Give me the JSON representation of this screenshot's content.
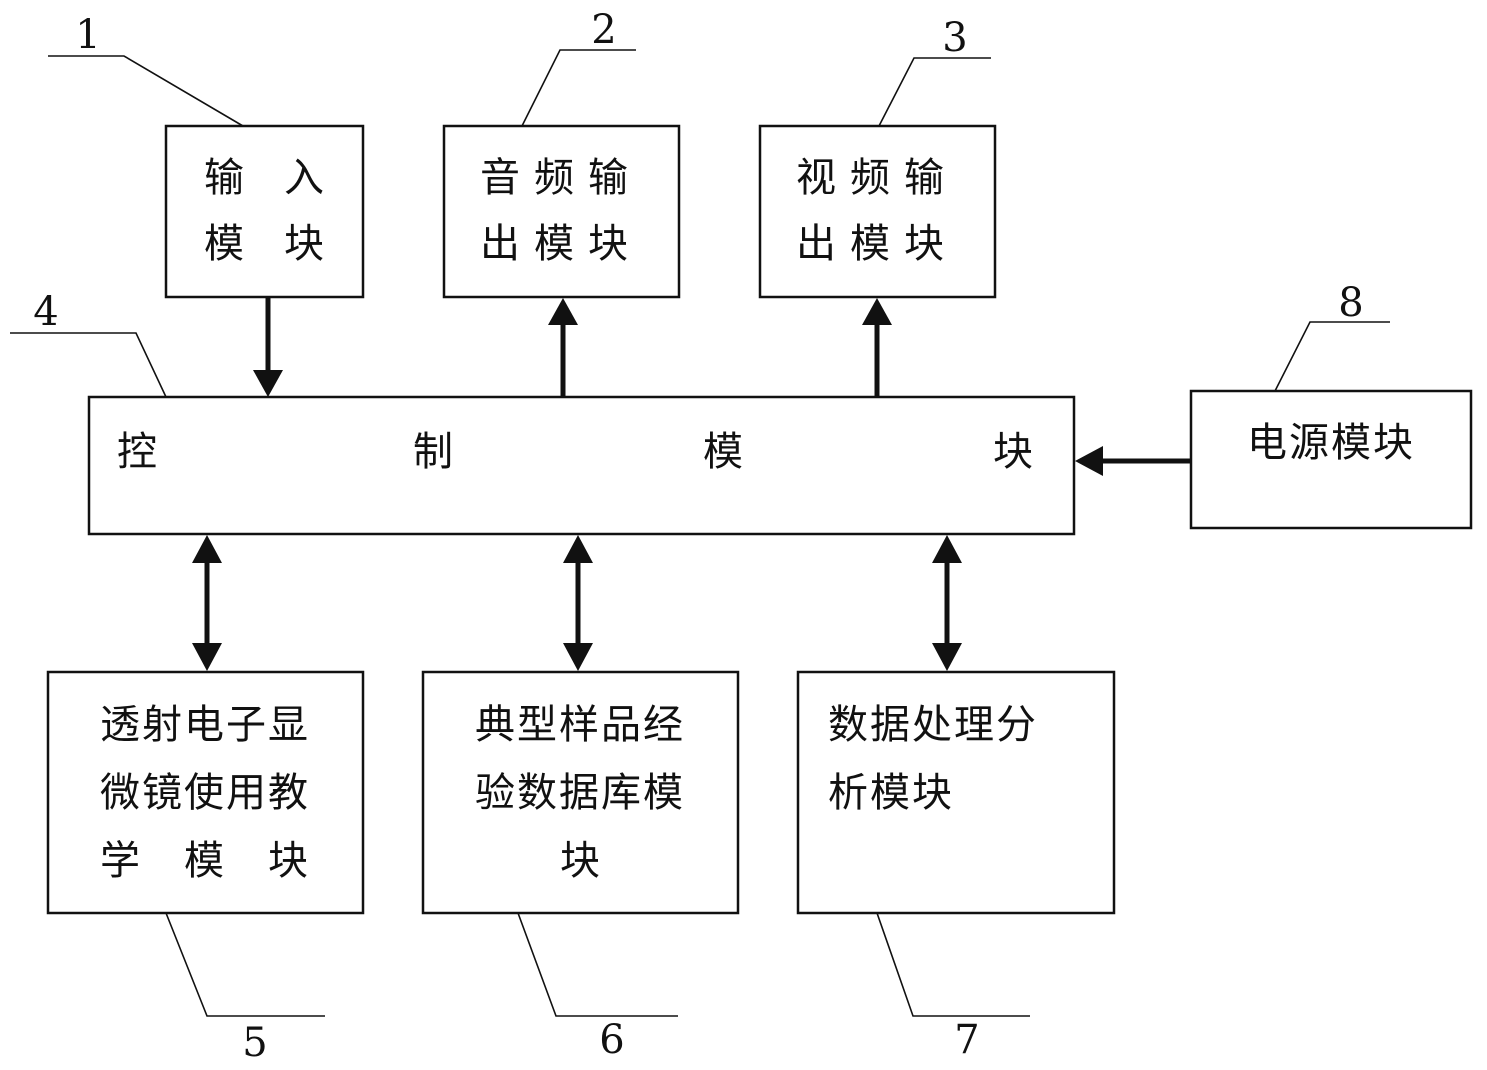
{
  "modules": {
    "input": {
      "number": "1",
      "lines": [
        "输　入",
        "模　块"
      ]
    },
    "audio": {
      "number": "2",
      "lines": [
        "音频输",
        "出模块"
      ]
    },
    "video": {
      "number": "3",
      "lines": [
        "视频输",
        "出模块"
      ]
    },
    "control": {
      "number": "4",
      "chars": [
        "控",
        "制",
        "模",
        "块"
      ]
    },
    "teaching": {
      "number": "5",
      "lines": [
        "透射电子显",
        "微镜使用教",
        "学　模　块"
      ]
    },
    "database": {
      "number": "6",
      "lines": [
        "典型样品经",
        "验数据库模",
        "块"
      ]
    },
    "analysis": {
      "number": "7",
      "lines": [
        "数据处理分",
        "析模块"
      ]
    },
    "power": {
      "number": "8",
      "lines": [
        "电源模块"
      ]
    }
  },
  "connections": [
    {
      "from": "input",
      "to": "control",
      "direction": "one-way"
    },
    {
      "from": "control",
      "to": "audio",
      "direction": "one-way"
    },
    {
      "from": "control",
      "to": "video",
      "direction": "one-way"
    },
    {
      "from": "power",
      "to": "control",
      "direction": "one-way"
    },
    {
      "from": "control",
      "to": "teaching",
      "direction": "two-way"
    },
    {
      "from": "control",
      "to": "database",
      "direction": "two-way"
    },
    {
      "from": "control",
      "to": "analysis",
      "direction": "two-way"
    }
  ]
}
